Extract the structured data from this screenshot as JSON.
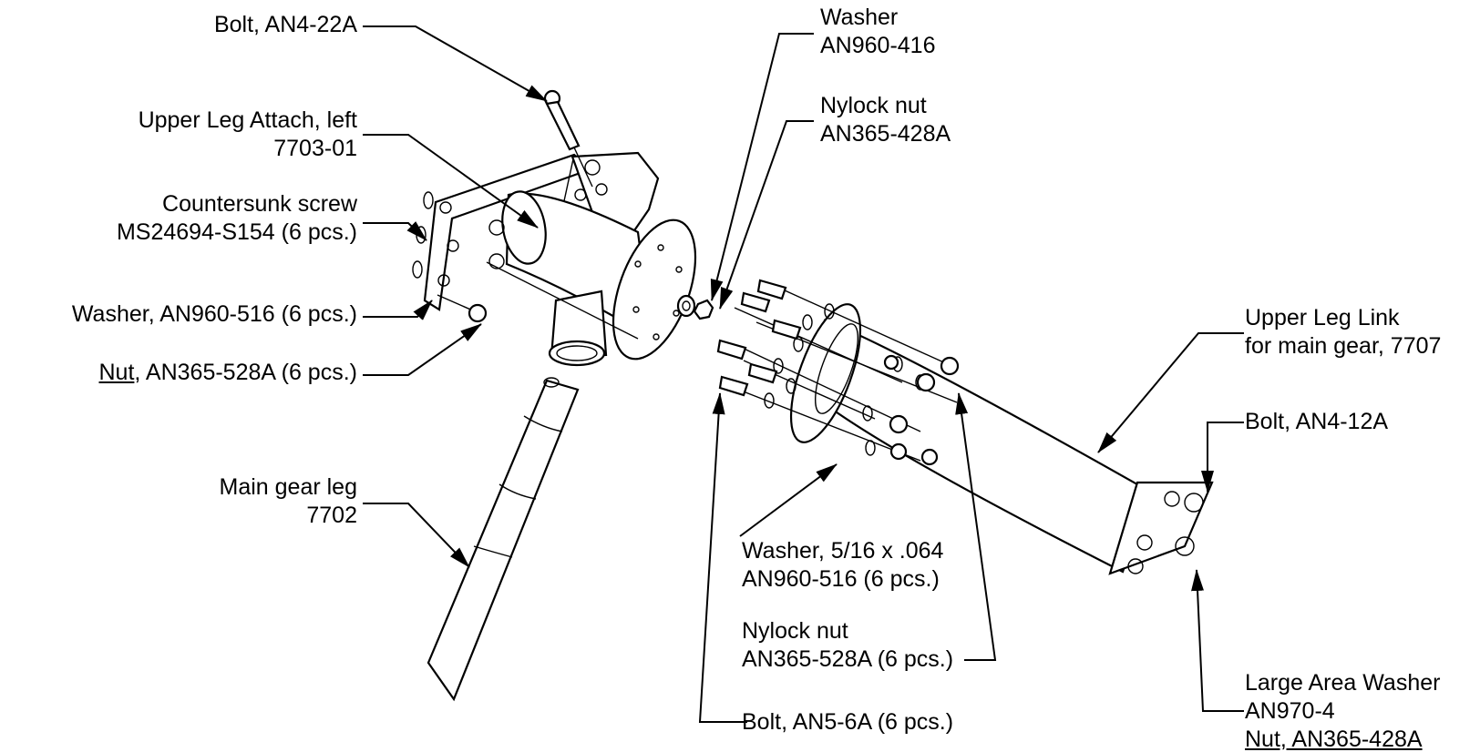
{
  "labels": {
    "bolt_top": "Bolt, AN4-22A",
    "upper_leg_attach_1": "Upper Leg Attach, left",
    "upper_leg_attach_2": "7703-01",
    "countersunk_1": "Countersunk screw",
    "countersunk_2": "MS24694-S154 (6 pcs.)",
    "washer_left": "Washer,  AN960-516 (6 pcs.)",
    "nut_left_word": "Nut",
    "nut_left_rest": ", AN365-528A (6 pcs.)",
    "main_leg_1": "Main gear leg",
    "main_leg_2": "7702",
    "washer_top_1": "Washer",
    "washer_top_2": "AN960-416",
    "nylock_top_1": "Nylock nut",
    "nylock_top_2": "AN365-428A",
    "upper_link_1": "Upper Leg Link",
    "upper_link_2": "for main gear, 7707",
    "bolt_right": "Bolt, AN4-12A",
    "washer_mid_1": "Washer, 5/16 x .064",
    "washer_mid_2": "AN960-516 (6 pcs.)",
    "nylock_mid_1": "Nylock nut",
    "nylock_mid_2": "AN365-528A (6 pcs.)",
    "bolt_bottom": "Bolt, AN5-6A (6 pcs.)",
    "law_1": "Large Area Washer",
    "law_2": "AN970-4",
    "law_3": "Nut, AN365-428A"
  }
}
